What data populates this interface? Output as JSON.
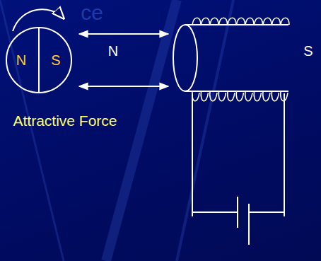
{
  "diagram": {
    "nodes": [
      {
        "text": [
          "N",
          "S"
        ]
      }
    ],
    "labels": [
      "N",
      "S",
      "Attractive Force",
      "ce"
    ]
  }
}
